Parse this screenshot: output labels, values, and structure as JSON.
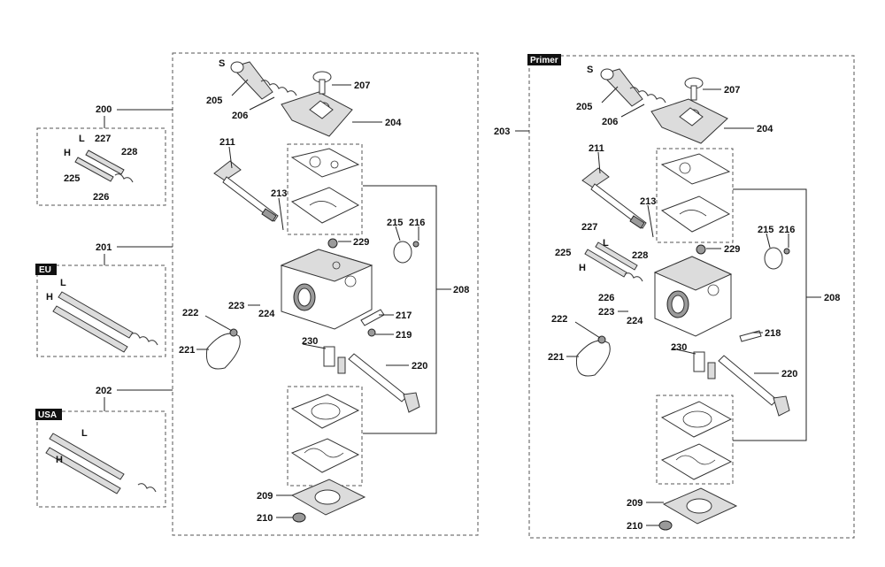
{
  "tags": {
    "eu": "EU",
    "usa": "USA",
    "primer": "Primer"
  },
  "left": {
    "letters": {
      "s": "S",
      "l": "L",
      "h": "H"
    },
    "numbers": {
      "n200": "200",
      "n201": "201",
      "n202": "202",
      "n204": "204",
      "n205": "205",
      "n206": "206",
      "n207": "207",
      "n208": "208",
      "n209": "209",
      "n210": "210",
      "n211": "211",
      "n213": "213",
      "n215": "215",
      "n216": "216",
      "n217": "217",
      "n219": "219",
      "n220": "220",
      "n221": "221",
      "n222": "222",
      "n223": "223",
      "n224": "224",
      "n225": "225",
      "n226": "226",
      "n227": "227",
      "n228": "228",
      "n229": "229",
      "n230": "230"
    }
  },
  "right": {
    "letters": {
      "s": "S",
      "l": "L",
      "h": "H"
    },
    "numbers": {
      "n203": "203",
      "n204": "204",
      "n205": "205",
      "n206": "206",
      "n207": "207",
      "n208": "208",
      "n209": "209",
      "n210": "210",
      "n211": "211",
      "n213": "213",
      "n215": "215",
      "n216": "216",
      "n218": "218",
      "n220": "220",
      "n221": "221",
      "n222": "222",
      "n223": "223",
      "n224": "224",
      "n225": "225",
      "n226": "226",
      "n227": "227",
      "n228": "228",
      "n229": "229",
      "n230": "230"
    }
  }
}
